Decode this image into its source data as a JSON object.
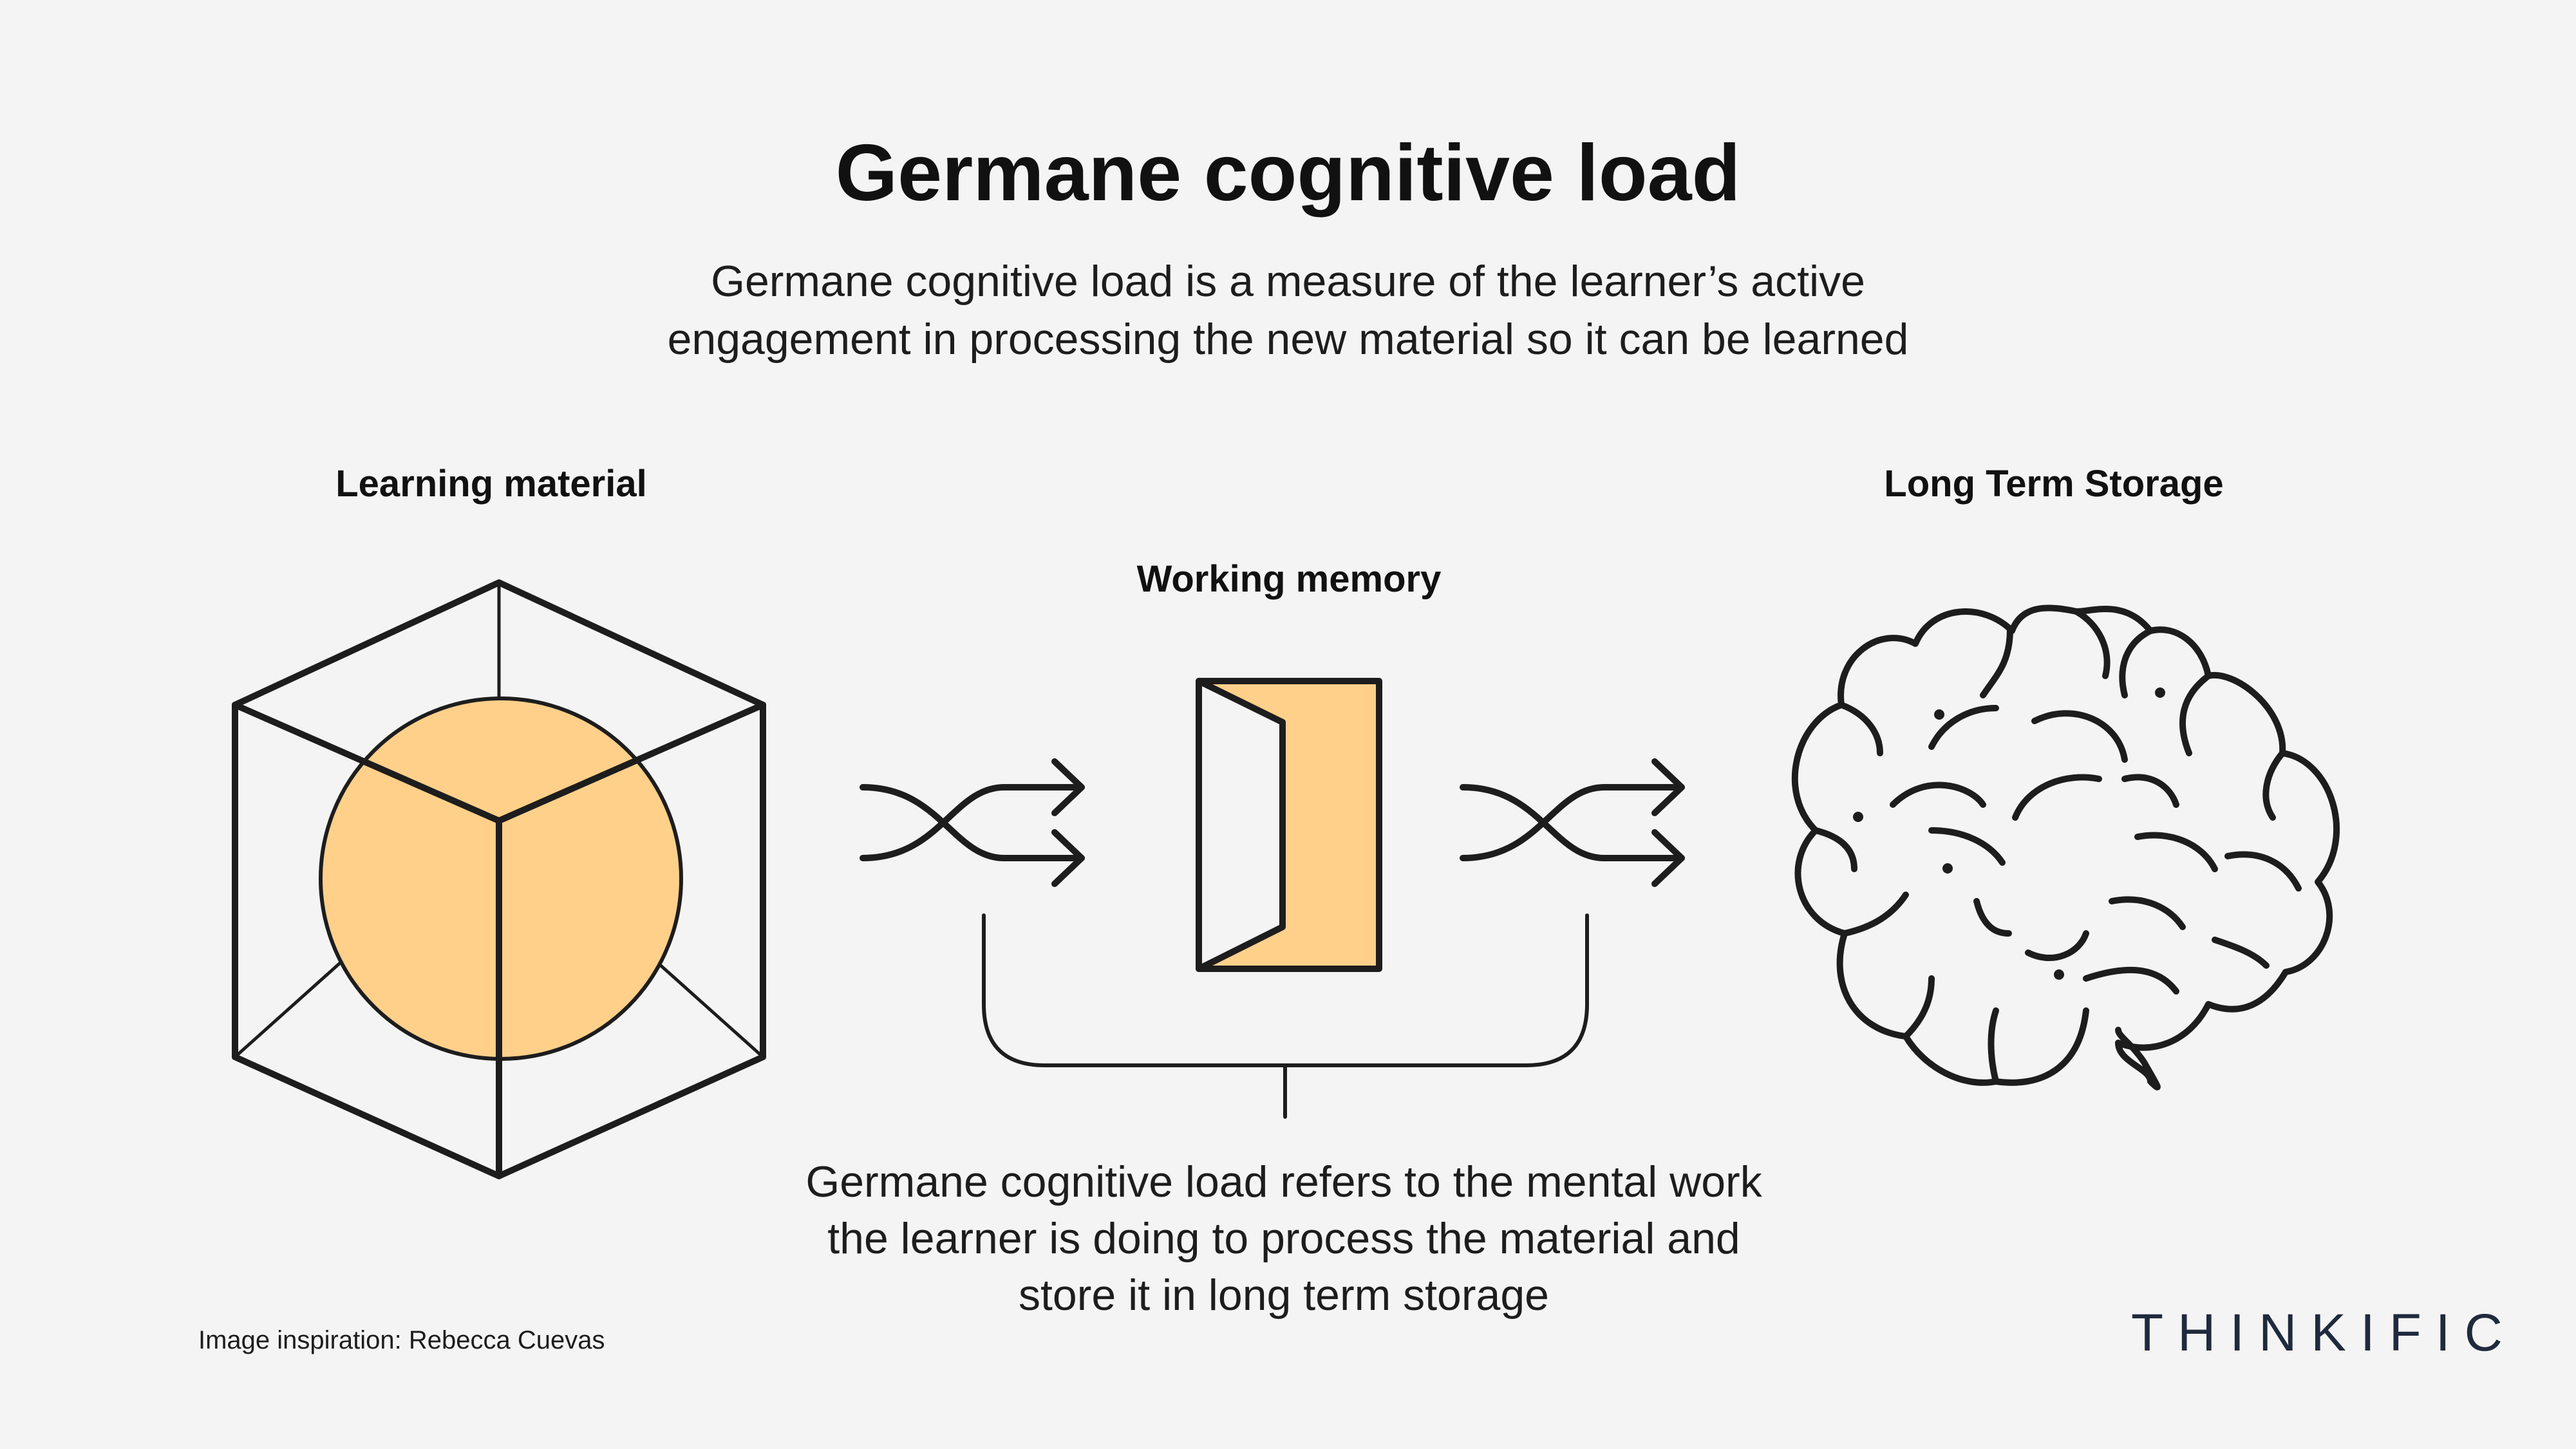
{
  "title": "Germane cognitive load",
  "subtitle": [
    "Germane cognitive load is a measure of the learner’s active",
    "engagement in processing the new material so it can be learned"
  ],
  "stages": {
    "learning_material": "Learning material",
    "working_memory": "Working memory",
    "long_term_storage": "Long Term Storage"
  },
  "caption": [
    "Germane cognitive load refers to the mental work",
    "the learner is doing to process the material and",
    "store it in long term storage"
  ],
  "credit": "Image inspiration: Rebecca Cuevas",
  "brand": "THINKIFIC",
  "icons": {
    "learning_material": "cube-with-sphere-icon",
    "flow_arrow": "crossing-arrows-icon",
    "working_memory": "open-door-icon",
    "long_term_storage": "brain-icon"
  },
  "colors": {
    "background": "#f4f4f4",
    "stroke": "#1d1d1d",
    "accent": "#ffd08a",
    "brand": "#1f2a3d"
  }
}
